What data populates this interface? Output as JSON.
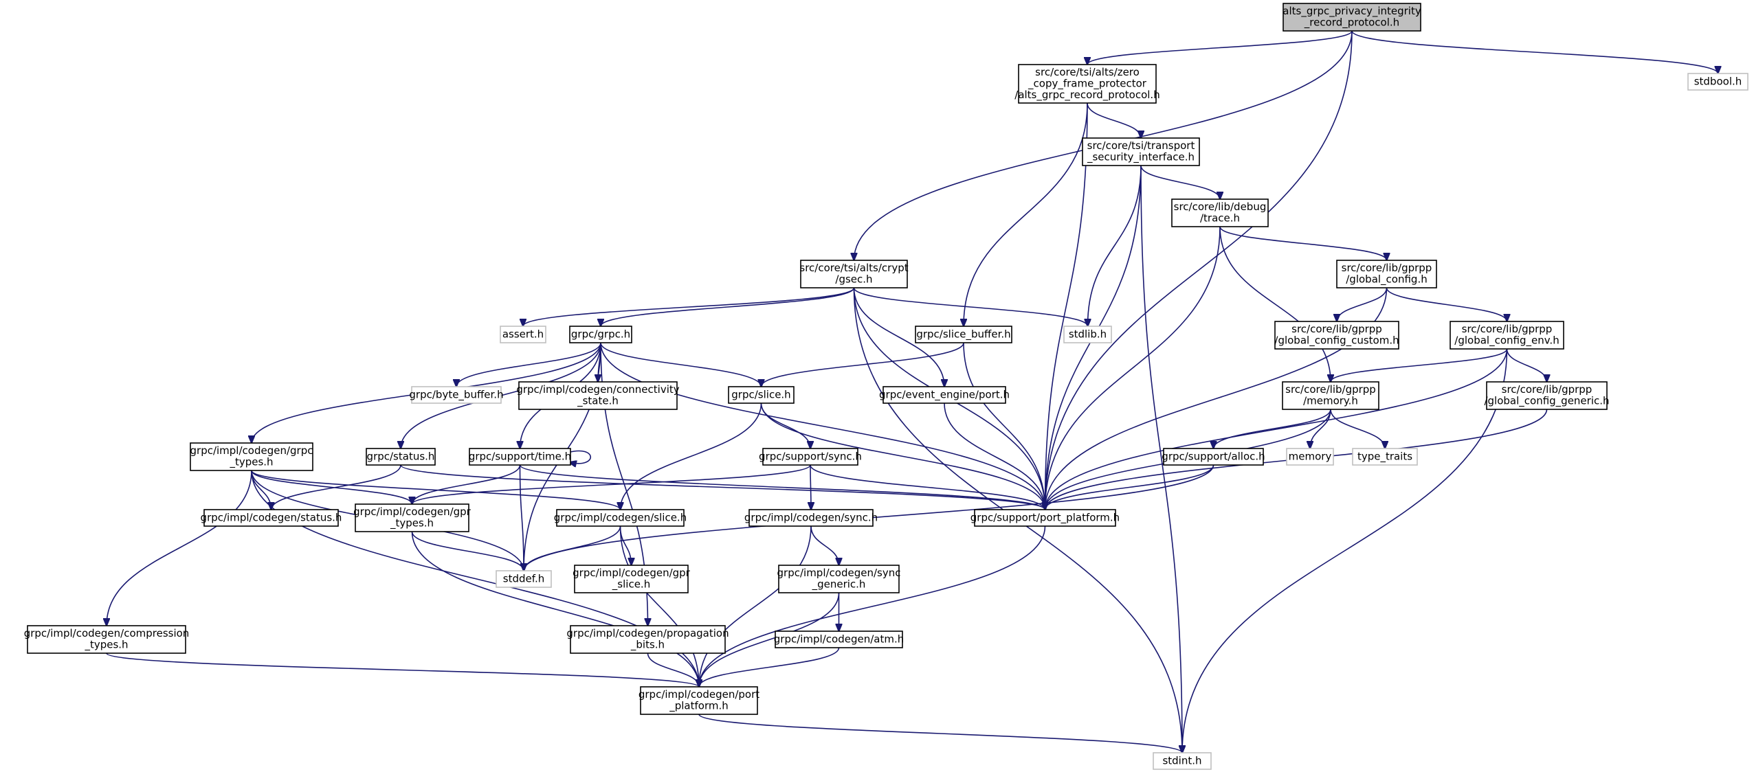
{
  "diagram": {
    "type": "include-dependency-graph",
    "colors": {
      "edge": "#191970",
      "root_fill": "#bfbfbf",
      "external_border": "#bfbfbf",
      "node_border": "#000000",
      "node_fill": "#ffffff"
    },
    "nodes": [
      {
        "id": "root",
        "lines": [
          "alts_grpc_privacy_integrity",
          "_record_protocol.h"
        ],
        "kind": "root"
      },
      {
        "id": "zcfp",
        "lines": [
          "src/core/tsi/alts/zero",
          "_copy_frame_protector",
          "/alts_grpc_record_protocol.h"
        ],
        "kind": "internal"
      },
      {
        "id": "stdbool",
        "lines": [
          "stdbool.h"
        ],
        "kind": "external"
      },
      {
        "id": "tsi_transport",
        "lines": [
          "src/core/tsi/transport",
          "_security_interface.h"
        ],
        "kind": "internal"
      },
      {
        "id": "debug_trace",
        "lines": [
          "src/core/lib/debug",
          "/trace.h"
        ],
        "kind": "internal"
      },
      {
        "id": "gsec",
        "lines": [
          "src/core/tsi/alts/crypt",
          "/gsec.h"
        ],
        "kind": "internal"
      },
      {
        "id": "global_config",
        "lines": [
          "src/core/lib/gprpp",
          "/global_config.h"
        ],
        "kind": "internal"
      },
      {
        "id": "assert",
        "lines": [
          "assert.h"
        ],
        "kind": "external"
      },
      {
        "id": "grpc_h",
        "lines": [
          "grpc/grpc.h"
        ],
        "kind": "internal"
      },
      {
        "id": "slice_buffer",
        "lines": [
          "grpc/slice_buffer.h"
        ],
        "kind": "internal"
      },
      {
        "id": "stdlib",
        "lines": [
          "stdlib.h"
        ],
        "kind": "external"
      },
      {
        "id": "gc_custom",
        "lines": [
          "src/core/lib/gprpp",
          "/global_config_custom.h"
        ],
        "kind": "internal"
      },
      {
        "id": "gc_env",
        "lines": [
          "src/core/lib/gprpp",
          "/global_config_env.h"
        ],
        "kind": "internal"
      },
      {
        "id": "byte_buffer",
        "lines": [
          "grpc/byte_buffer.h"
        ],
        "kind": "external"
      },
      {
        "id": "conn_state",
        "lines": [
          "grpc/impl/codegen/connectivity",
          "_state.h"
        ],
        "kind": "internal"
      },
      {
        "id": "slice_h",
        "lines": [
          "grpc/slice.h"
        ],
        "kind": "internal"
      },
      {
        "id": "ee_port",
        "lines": [
          "grpc/event_engine/port.h"
        ],
        "kind": "internal"
      },
      {
        "id": "memory_h",
        "lines": [
          "src/core/lib/gprpp",
          "/memory.h"
        ],
        "kind": "internal"
      },
      {
        "id": "gc_generic",
        "lines": [
          "src/core/lib/gprpp",
          "/global_config_generic.h"
        ],
        "kind": "internal"
      },
      {
        "id": "grpc_types",
        "lines": [
          "grpc/impl/codegen/grpc",
          "_types.h"
        ],
        "kind": "internal"
      },
      {
        "id": "status_h",
        "lines": [
          "grpc/status.h"
        ],
        "kind": "internal"
      },
      {
        "id": "time_h",
        "lines": [
          "grpc/support/time.h"
        ],
        "kind": "internal"
      },
      {
        "id": "sync_h",
        "lines": [
          "grpc/support/sync.h"
        ],
        "kind": "internal"
      },
      {
        "id": "alloc_h",
        "lines": [
          "grpc/support/alloc.h"
        ],
        "kind": "internal"
      },
      {
        "id": "memory",
        "lines": [
          "memory"
        ],
        "kind": "external"
      },
      {
        "id": "type_traits",
        "lines": [
          "type_traits"
        ],
        "kind": "external"
      },
      {
        "id": "cg_status",
        "lines": [
          "grpc/impl/codegen/status.h"
        ],
        "kind": "internal"
      },
      {
        "id": "gpr_types",
        "lines": [
          "grpc/impl/codegen/gpr",
          "_types.h"
        ],
        "kind": "internal"
      },
      {
        "id": "cg_slice",
        "lines": [
          "grpc/impl/codegen/slice.h"
        ],
        "kind": "internal"
      },
      {
        "id": "cg_sync",
        "lines": [
          "grpc/impl/codegen/sync.h"
        ],
        "kind": "internal"
      },
      {
        "id": "port_platform",
        "lines": [
          "grpc/support/port_platform.h"
        ],
        "kind": "internal"
      },
      {
        "id": "stddef",
        "lines": [
          "stddef.h"
        ],
        "kind": "external"
      },
      {
        "id": "gpr_slice",
        "lines": [
          "grpc/impl/codegen/gpr",
          "_slice.h"
        ],
        "kind": "internal"
      },
      {
        "id": "sync_generic",
        "lines": [
          "grpc/impl/codegen/sync",
          "_generic.h"
        ],
        "kind": "internal"
      },
      {
        "id": "compression",
        "lines": [
          "grpc/impl/codegen/compression",
          "_types.h"
        ],
        "kind": "internal"
      },
      {
        "id": "propagation",
        "lines": [
          "grpc/impl/codegen/propagation",
          "_bits.h"
        ],
        "kind": "internal"
      },
      {
        "id": "atm_h",
        "lines": [
          "grpc/impl/codegen/atm.h"
        ],
        "kind": "internal"
      },
      {
        "id": "cg_port_platform",
        "lines": [
          "grpc/impl/codegen/port",
          "_platform.h"
        ],
        "kind": "internal"
      },
      {
        "id": "stdint",
        "lines": [
          "stdint.h"
        ],
        "kind": "external"
      }
    ],
    "edges": [
      [
        "root",
        "zcfp"
      ],
      [
        "root",
        "gsec"
      ],
      [
        "root",
        "stdbool"
      ],
      [
        "root",
        "port_platform"
      ],
      [
        "zcfp",
        "tsi_transport"
      ],
      [
        "zcfp",
        "slice_buffer"
      ],
      [
        "zcfp",
        "port_platform"
      ],
      [
        "tsi_transport",
        "debug_trace"
      ],
      [
        "tsi_transport",
        "stdlib"
      ],
      [
        "tsi_transport",
        "port_platform"
      ],
      [
        "tsi_transport",
        "stdint"
      ],
      [
        "debug_trace",
        "global_config"
      ],
      [
        "debug_trace",
        "memory_h"
      ],
      [
        "debug_trace",
        "port_platform"
      ],
      [
        "global_config",
        "gc_custom"
      ],
      [
        "global_config",
        "gc_env"
      ],
      [
        "global_config",
        "port_platform"
      ],
      [
        "gc_env",
        "memory_h"
      ],
      [
        "gc_env",
        "gc_generic"
      ],
      [
        "gc_env",
        "port_platform"
      ],
      [
        "gc_env",
        "stdint"
      ],
      [
        "gc_generic",
        "port_platform"
      ],
      [
        "memory_h",
        "alloc_h"
      ],
      [
        "memory_h",
        "memory"
      ],
      [
        "memory_h",
        "type_traits"
      ],
      [
        "memory_h",
        "port_platform"
      ],
      [
        "alloc_h",
        "port_platform"
      ],
      [
        "alloc_h",
        "stddef"
      ],
      [
        "gsec",
        "assert"
      ],
      [
        "gsec",
        "grpc_h"
      ],
      [
        "gsec",
        "stdlib"
      ],
      [
        "gsec",
        "ee_port"
      ],
      [
        "gsec",
        "port_platform"
      ],
      [
        "gsec",
        "stdint"
      ],
      [
        "slice_buffer",
        "slice_h"
      ],
      [
        "slice_buffer",
        "port_platform"
      ],
      [
        "ee_port",
        "port_platform"
      ],
      [
        "grpc_h",
        "byte_buffer"
      ],
      [
        "grpc_h",
        "conn_state"
      ],
      [
        "grpc_h",
        "slice_h"
      ],
      [
        "grpc_h",
        "grpc_types"
      ],
      [
        "grpc_h",
        "status_h"
      ],
      [
        "grpc_h",
        "time_h"
      ],
      [
        "grpc_h",
        "propagation"
      ],
      [
        "grpc_h",
        "port_platform"
      ],
      [
        "grpc_h",
        "stddef"
      ],
      [
        "slice_h",
        "sync_h"
      ],
      [
        "slice_h",
        "cg_slice"
      ],
      [
        "slice_h",
        "port_platform"
      ],
      [
        "sync_h",
        "gpr_types"
      ],
      [
        "sync_h",
        "cg_sync"
      ],
      [
        "sync_h",
        "port_platform"
      ],
      [
        "time_h",
        "time_h"
      ],
      [
        "time_h",
        "gpr_types"
      ],
      [
        "time_h",
        "stddef"
      ],
      [
        "time_h",
        "port_platform"
      ],
      [
        "grpc_types",
        "cg_status"
      ],
      [
        "grpc_types",
        "gpr_types"
      ],
      [
        "grpc_types",
        "cg_slice"
      ],
      [
        "grpc_types",
        "compression"
      ],
      [
        "grpc_types",
        "stddef"
      ],
      [
        "grpc_types",
        "cg_port_platform"
      ],
      [
        "status_h",
        "cg_status"
      ],
      [
        "status_h",
        "port_platform"
      ],
      [
        "gpr_types",
        "stddef"
      ],
      [
        "gpr_types",
        "cg_port_platform"
      ],
      [
        "cg_slice",
        "gpr_slice"
      ],
      [
        "cg_slice",
        "stddef"
      ],
      [
        "cg_slice",
        "cg_port_platform"
      ],
      [
        "cg_sync",
        "sync_generic"
      ],
      [
        "cg_sync",
        "cg_port_platform"
      ],
      [
        "sync_generic",
        "atm_h"
      ],
      [
        "sync_generic",
        "cg_port_platform"
      ],
      [
        "atm_h",
        "cg_port_platform"
      ],
      [
        "port_platform",
        "cg_port_platform"
      ],
      [
        "compression",
        "cg_port_platform"
      ],
      [
        "propagation",
        "cg_port_platform"
      ],
      [
        "cg_port_platform",
        "stdint"
      ]
    ]
  }
}
